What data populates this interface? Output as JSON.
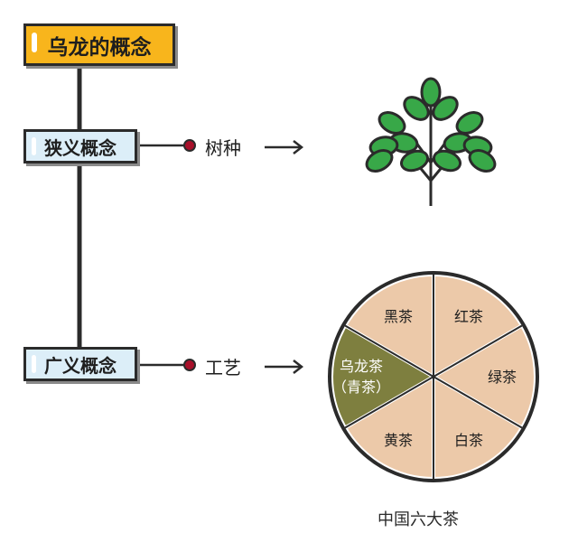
{
  "title": "乌龙的概念",
  "narrow": {
    "label": "狭义概念",
    "target": "树种"
  },
  "broad": {
    "label": "广义概念",
    "target": "工艺"
  },
  "wheel": {
    "segments": [
      {
        "label": "黑茶",
        "color": "#ecc9a9"
      },
      {
        "label": "红茶",
        "color": "#ecc9a9"
      },
      {
        "label": "绿茶",
        "color": "#ecc9a9"
      },
      {
        "label": "白茶",
        "color": "#ecc9a9"
      },
      {
        "label": "黄茶",
        "color": "#ecc9a9"
      },
      {
        "label": "乌龙茶",
        "label2": "（青茶）",
        "color": "#7e7f3f",
        "highlight": true
      }
    ]
  },
  "caption": "中国六大茶",
  "colors": {
    "title_fill": "#f8b51c",
    "concept_fill": "#dceef8",
    "leaf": "#38a848",
    "wheel_border": "#2b2b2b"
  },
  "icons": [
    "plant-icon",
    "arrow-right-icon",
    "bullet-dot-icon"
  ]
}
